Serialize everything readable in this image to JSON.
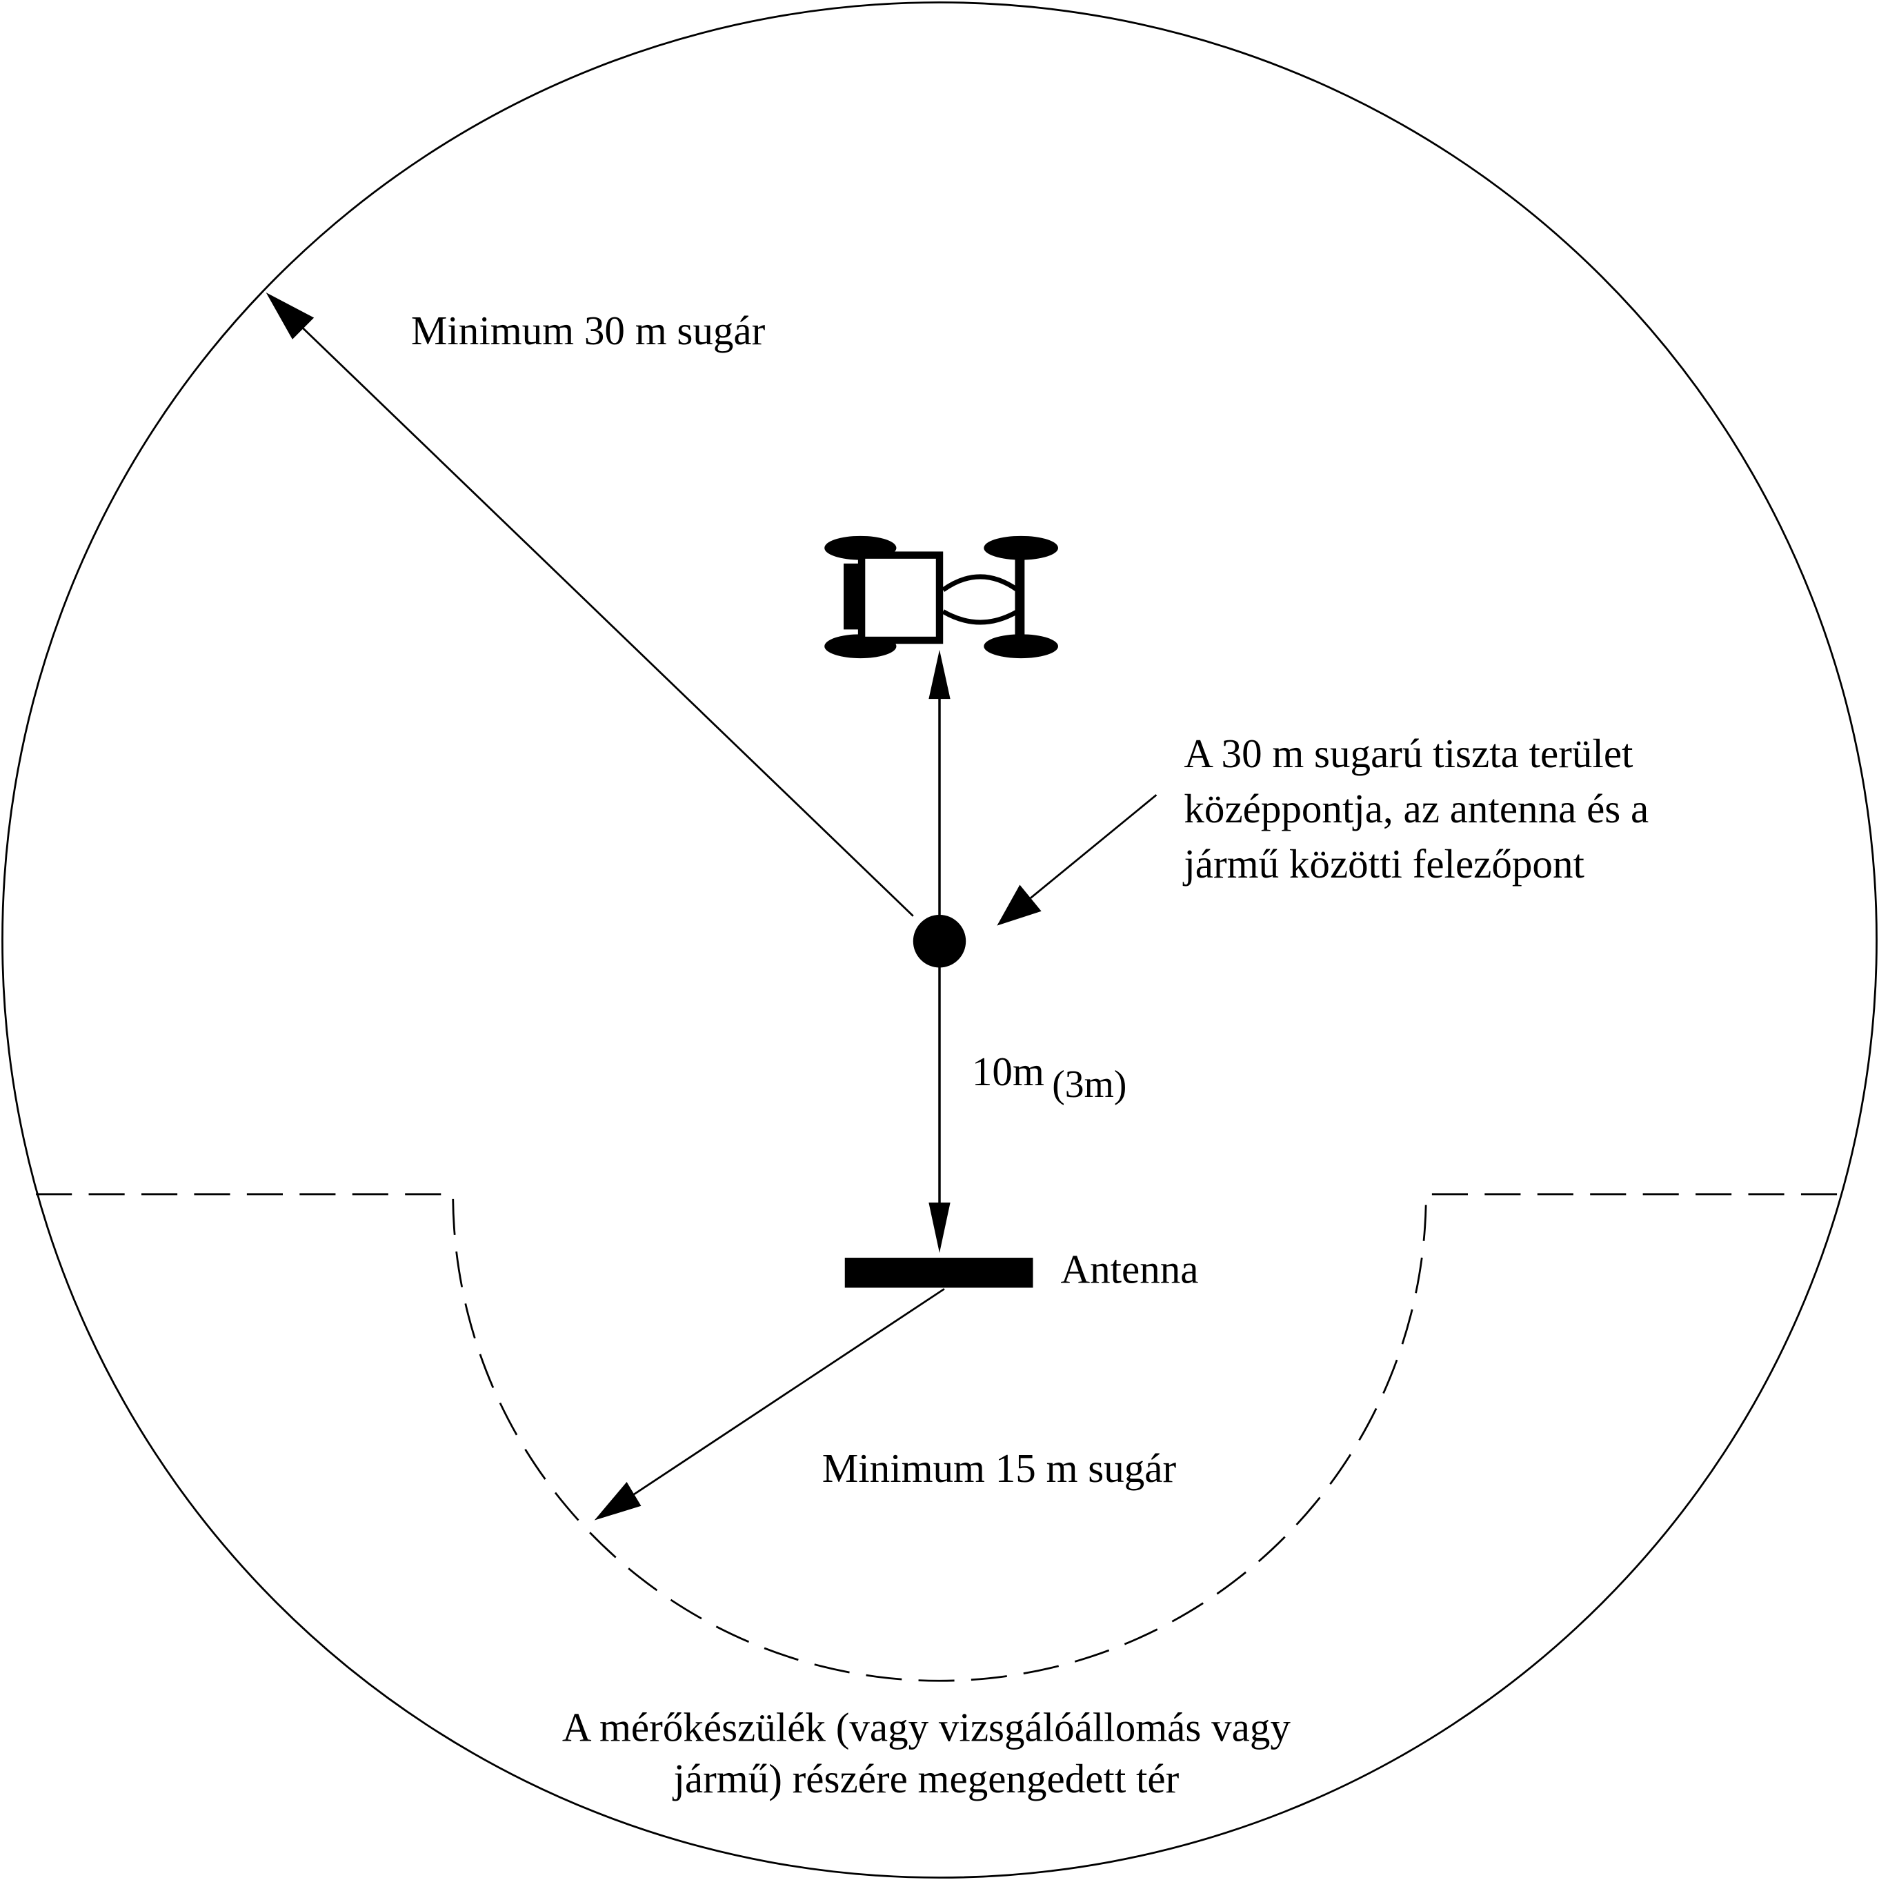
{
  "labels": {
    "outer_radius": "Minimum 30 m sugár",
    "center_callout": [
      "A 30 m sugarú tiszta terület",
      "középpontja, az antenna és a",
      "jármű közötti felezőpont"
    ],
    "distance_main": "10m",
    "distance_alt": "(3m)",
    "antenna": "Antenna",
    "inner_radius": "Minimum 15 m sugár",
    "allowed_area": [
      "A mérőkészülék (vagy vizsgálóállomás vagy",
      "jármű) részére megengedett tér"
    ]
  },
  "colors": {
    "stroke": "#000000",
    "background": "#ffffff"
  }
}
